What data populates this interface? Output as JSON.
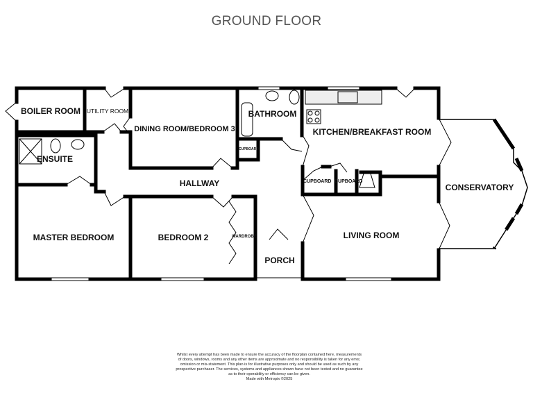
{
  "title": "GROUND FLOOR",
  "rooms": {
    "boiler_room": "BOILER ROOM",
    "utility_room": "UTILITY ROOM",
    "dining_room": "DINING ROOM/BEDROOM 3",
    "bathroom": "BATHROOM",
    "kitchen": "KITCHEN/BREAKFAST ROOM",
    "conservatory": "CONSERVATORY",
    "ensuite": "ENSUITE",
    "hallway": "HALLWAY",
    "master_bedroom": "MASTER BEDROOM",
    "bedroom_2": "BEDROOM 2",
    "living_room": "LIVING ROOM",
    "porch": "PORCH"
  },
  "storage": {
    "cupboard_bath": "CUPBOARD",
    "cupboard_kitchen_1": "CUPBOARD",
    "cupboard_kitchen_2": "CUPBOARD",
    "wardrobe": "WARDROBE"
  },
  "disclaimer": {
    "line1": "Whilst every attempt has been made to ensure the accuracy of the floorplan contained here, measurements",
    "line2": "of doors, windows, rooms and any other items are approximate and no responsibility is taken for any error,",
    "line3": "omission or mis-statement. This plan is for illustrative purposes only and should be used as such by any",
    "line4": "prospective purchaser. The services, systems and appliances shown have not been tested and no guarantee",
    "line5": "as to their operability or efficiency can be given.",
    "line6": "Made with Metropix ©2025"
  }
}
